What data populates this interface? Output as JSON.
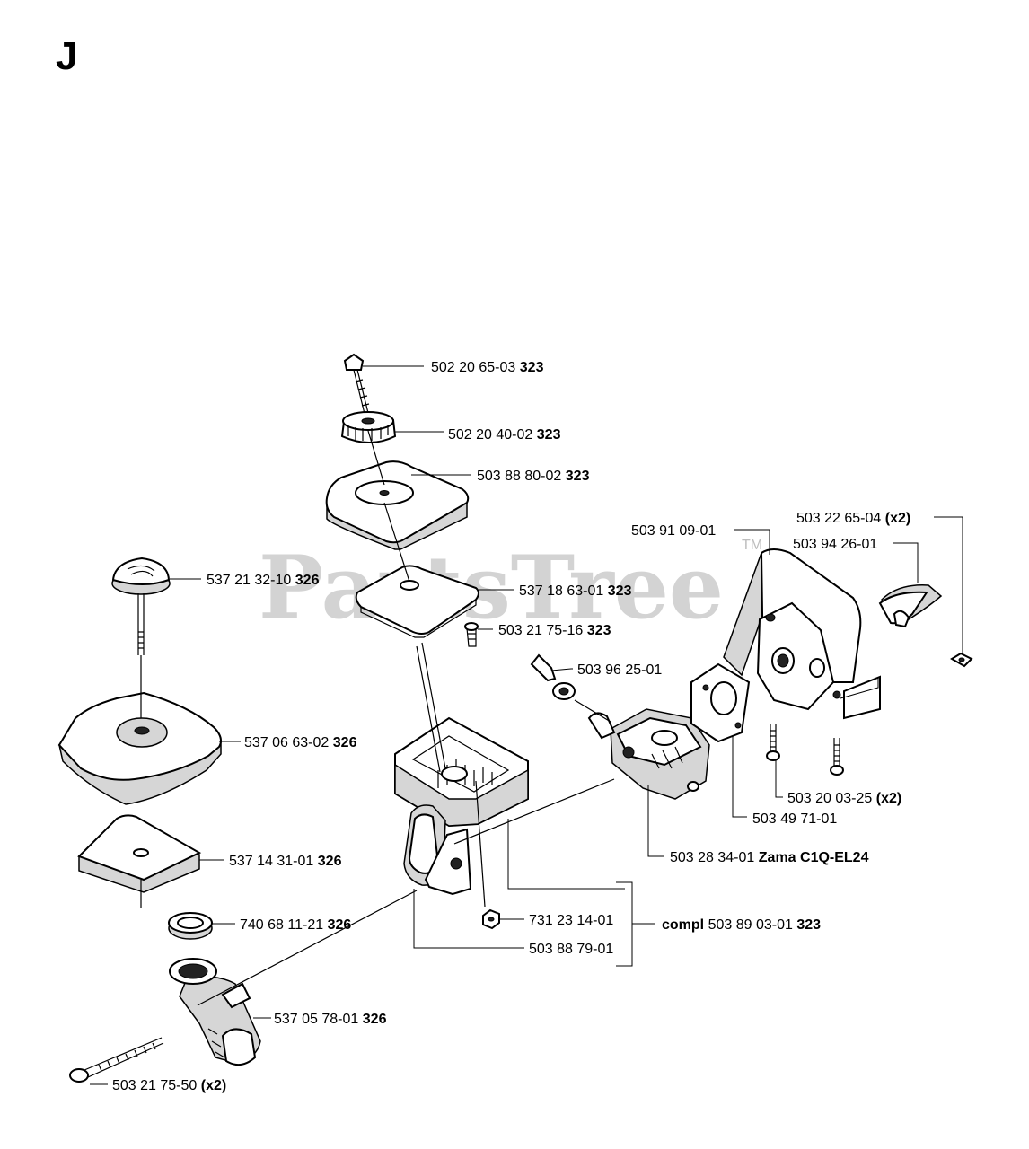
{
  "page_title": "J",
  "watermark": {
    "text": "PartsTree",
    "trademark": "TM"
  },
  "callouts": {
    "c01": {
      "part": "502 20 65-03",
      "ref": "323"
    },
    "c02": {
      "part": "502 20 40-02",
      "ref": "323"
    },
    "c03": {
      "part": "503 88 80-02",
      "ref": "323"
    },
    "c04": {
      "part": "537 21 32-10",
      "ref": "326"
    },
    "c05": {
      "part": "537 18 63-01",
      "ref": "323"
    },
    "c06": {
      "part": "503 21 75-16",
      "ref": "323"
    },
    "c07": {
      "part": "503 96 25-01"
    },
    "c08": {
      "part": "537 06 63-02",
      "ref": "326"
    },
    "c09": {
      "part": "537 14 31-01",
      "ref": "326"
    },
    "c10": {
      "part": "740 68 11-21",
      "ref": "326"
    },
    "c11": {
      "part": "731 23 14-01"
    },
    "c12": {
      "part": "503 88 79-01"
    },
    "c13": {
      "prefix": "compl",
      "part": "503 89 03-01",
      "ref": "323"
    },
    "c14": {
      "part": "537 05 78-01",
      "ref": "326"
    },
    "c15": {
      "part": "503 21 75-50",
      "ref": "(x2)"
    },
    "c16": {
      "part": "503 91 09-01"
    },
    "c17": {
      "part": "503 22 65-04",
      "ref": "(x2)"
    },
    "c18": {
      "part": "503 94 26-01"
    },
    "c19": {
      "part": "503 20 03-25",
      "ref": "(x2)"
    },
    "c20": {
      "part": "503 49 71-01"
    },
    "c21": {
      "part": "503 28 34-01",
      "ref": "Zama C1Q-EL24"
    }
  }
}
